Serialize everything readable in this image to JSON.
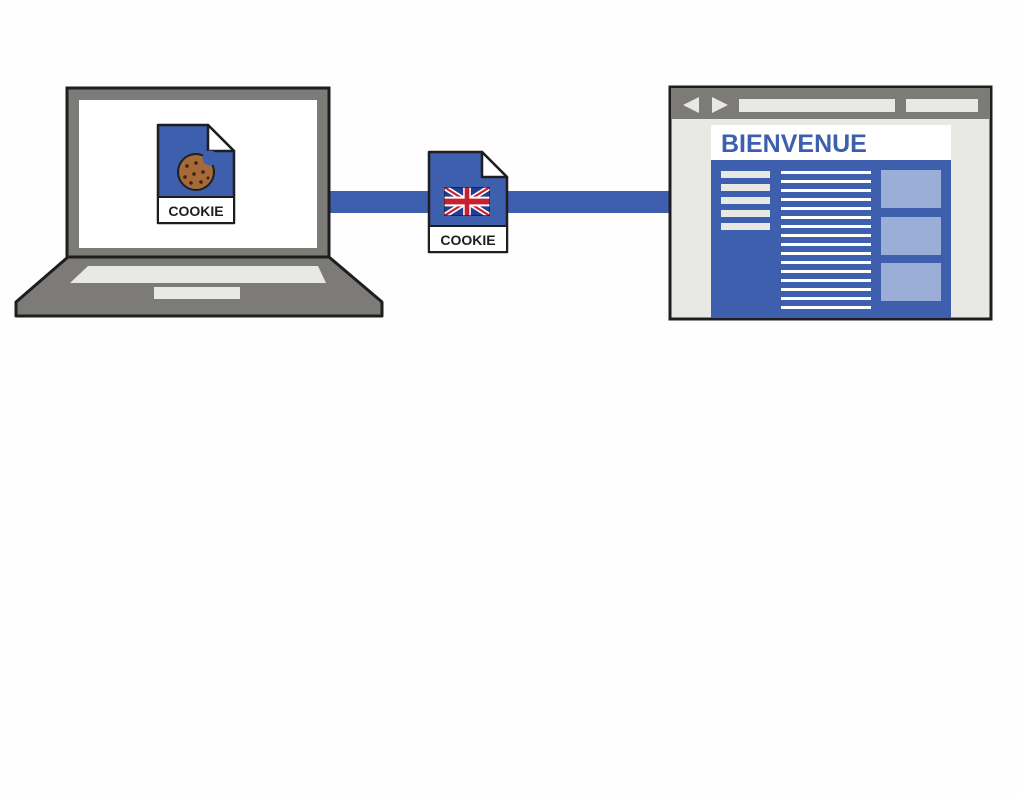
{
  "colors": {
    "brand_blue": "#3d5fad",
    "frame_dark": "#1e1e1e",
    "laptop_gray": "#7c7b78",
    "light_gray": "#e8e8e4",
    "panel_light_blue": "#9aaed8",
    "cookie_brown": "#a56a38",
    "flag_red": "#c8202f",
    "flag_blue": "#223d8e",
    "background": "#fefefe"
  },
  "laptop": {
    "cookie_file": {
      "label": "COOKIE",
      "icon": "cookie-icon"
    }
  },
  "connection": {
    "cookie_file": {
      "label": "COOKIE",
      "icon": "union-jack-flag-icon"
    }
  },
  "website": {
    "heading": "BIENVENUE",
    "nav_icons": [
      "back-arrow-icon",
      "forward-arrow-icon"
    ]
  }
}
